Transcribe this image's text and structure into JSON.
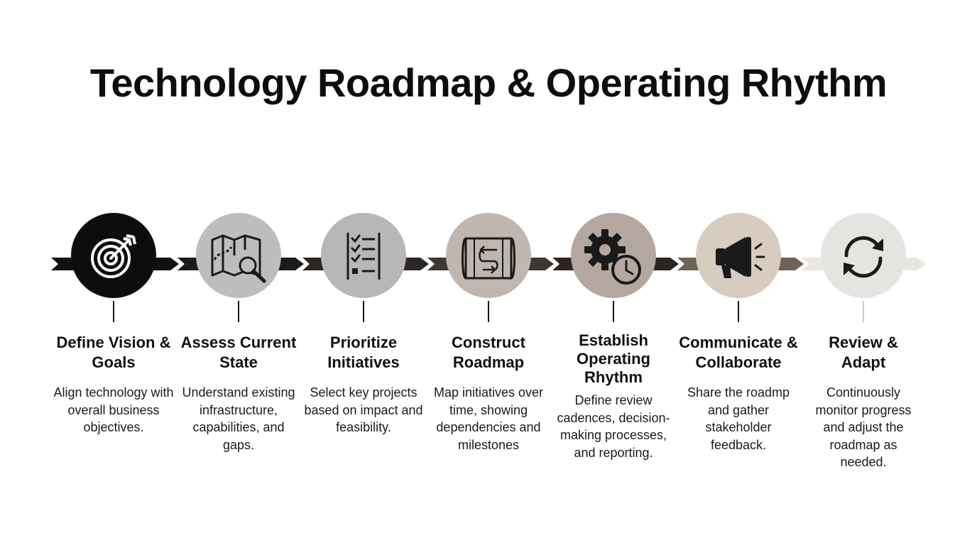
{
  "title": "Technology Roadmap & Operating Rhythm",
  "colors": {
    "circles": [
      "#0d0d0d",
      "#bdbdbd",
      "#b8b6b6",
      "#bfb6b0",
      "#b3a79f",
      "#d8cbbf",
      "#e6e4e1"
    ],
    "arrows": [
      "#111111",
      "#1b1b1b",
      "#2a2725",
      "#3e3834",
      "#2c2521",
      "#6f6359",
      "#e9e6e2"
    ],
    "icons": [
      "#ffffff",
      "#1a1a1a",
      "#1a1a1a",
      "#1a1a1a",
      "#1a1a1a",
      "#1a1a1a",
      "#1a1a1a"
    ]
  },
  "steps": [
    {
      "icon": "target-icon",
      "title": "Define Vision & Goals",
      "desc": "Align technology with overall business objectives."
    },
    {
      "icon": "map-search-icon",
      "title": "Assess Current State",
      "desc": "Understand existing infrastructure, capabilities, and gaps."
    },
    {
      "icon": "checklist-icon",
      "title": "Prioritize Initiatives",
      "desc": "Select key projects based on impact and feasibility."
    },
    {
      "icon": "blueprint-icon",
      "title": "Construct Roadmap",
      "desc": "Map initiatives over time, showing dependencies and milestones"
    },
    {
      "icon": "gear-clock-icon",
      "title": "Establish Operating Rhythm",
      "desc": "Define review cadences, decision-making processes, and reporting."
    },
    {
      "icon": "megaphone-icon",
      "title": "Communicate & Collaborate",
      "desc": "Share the roadmp and gather stakeholder feedback."
    },
    {
      "icon": "refresh-icon",
      "title": "Review & Adapt",
      "desc": "Continuously monitor progress and adjust the roadmap as needed."
    }
  ]
}
